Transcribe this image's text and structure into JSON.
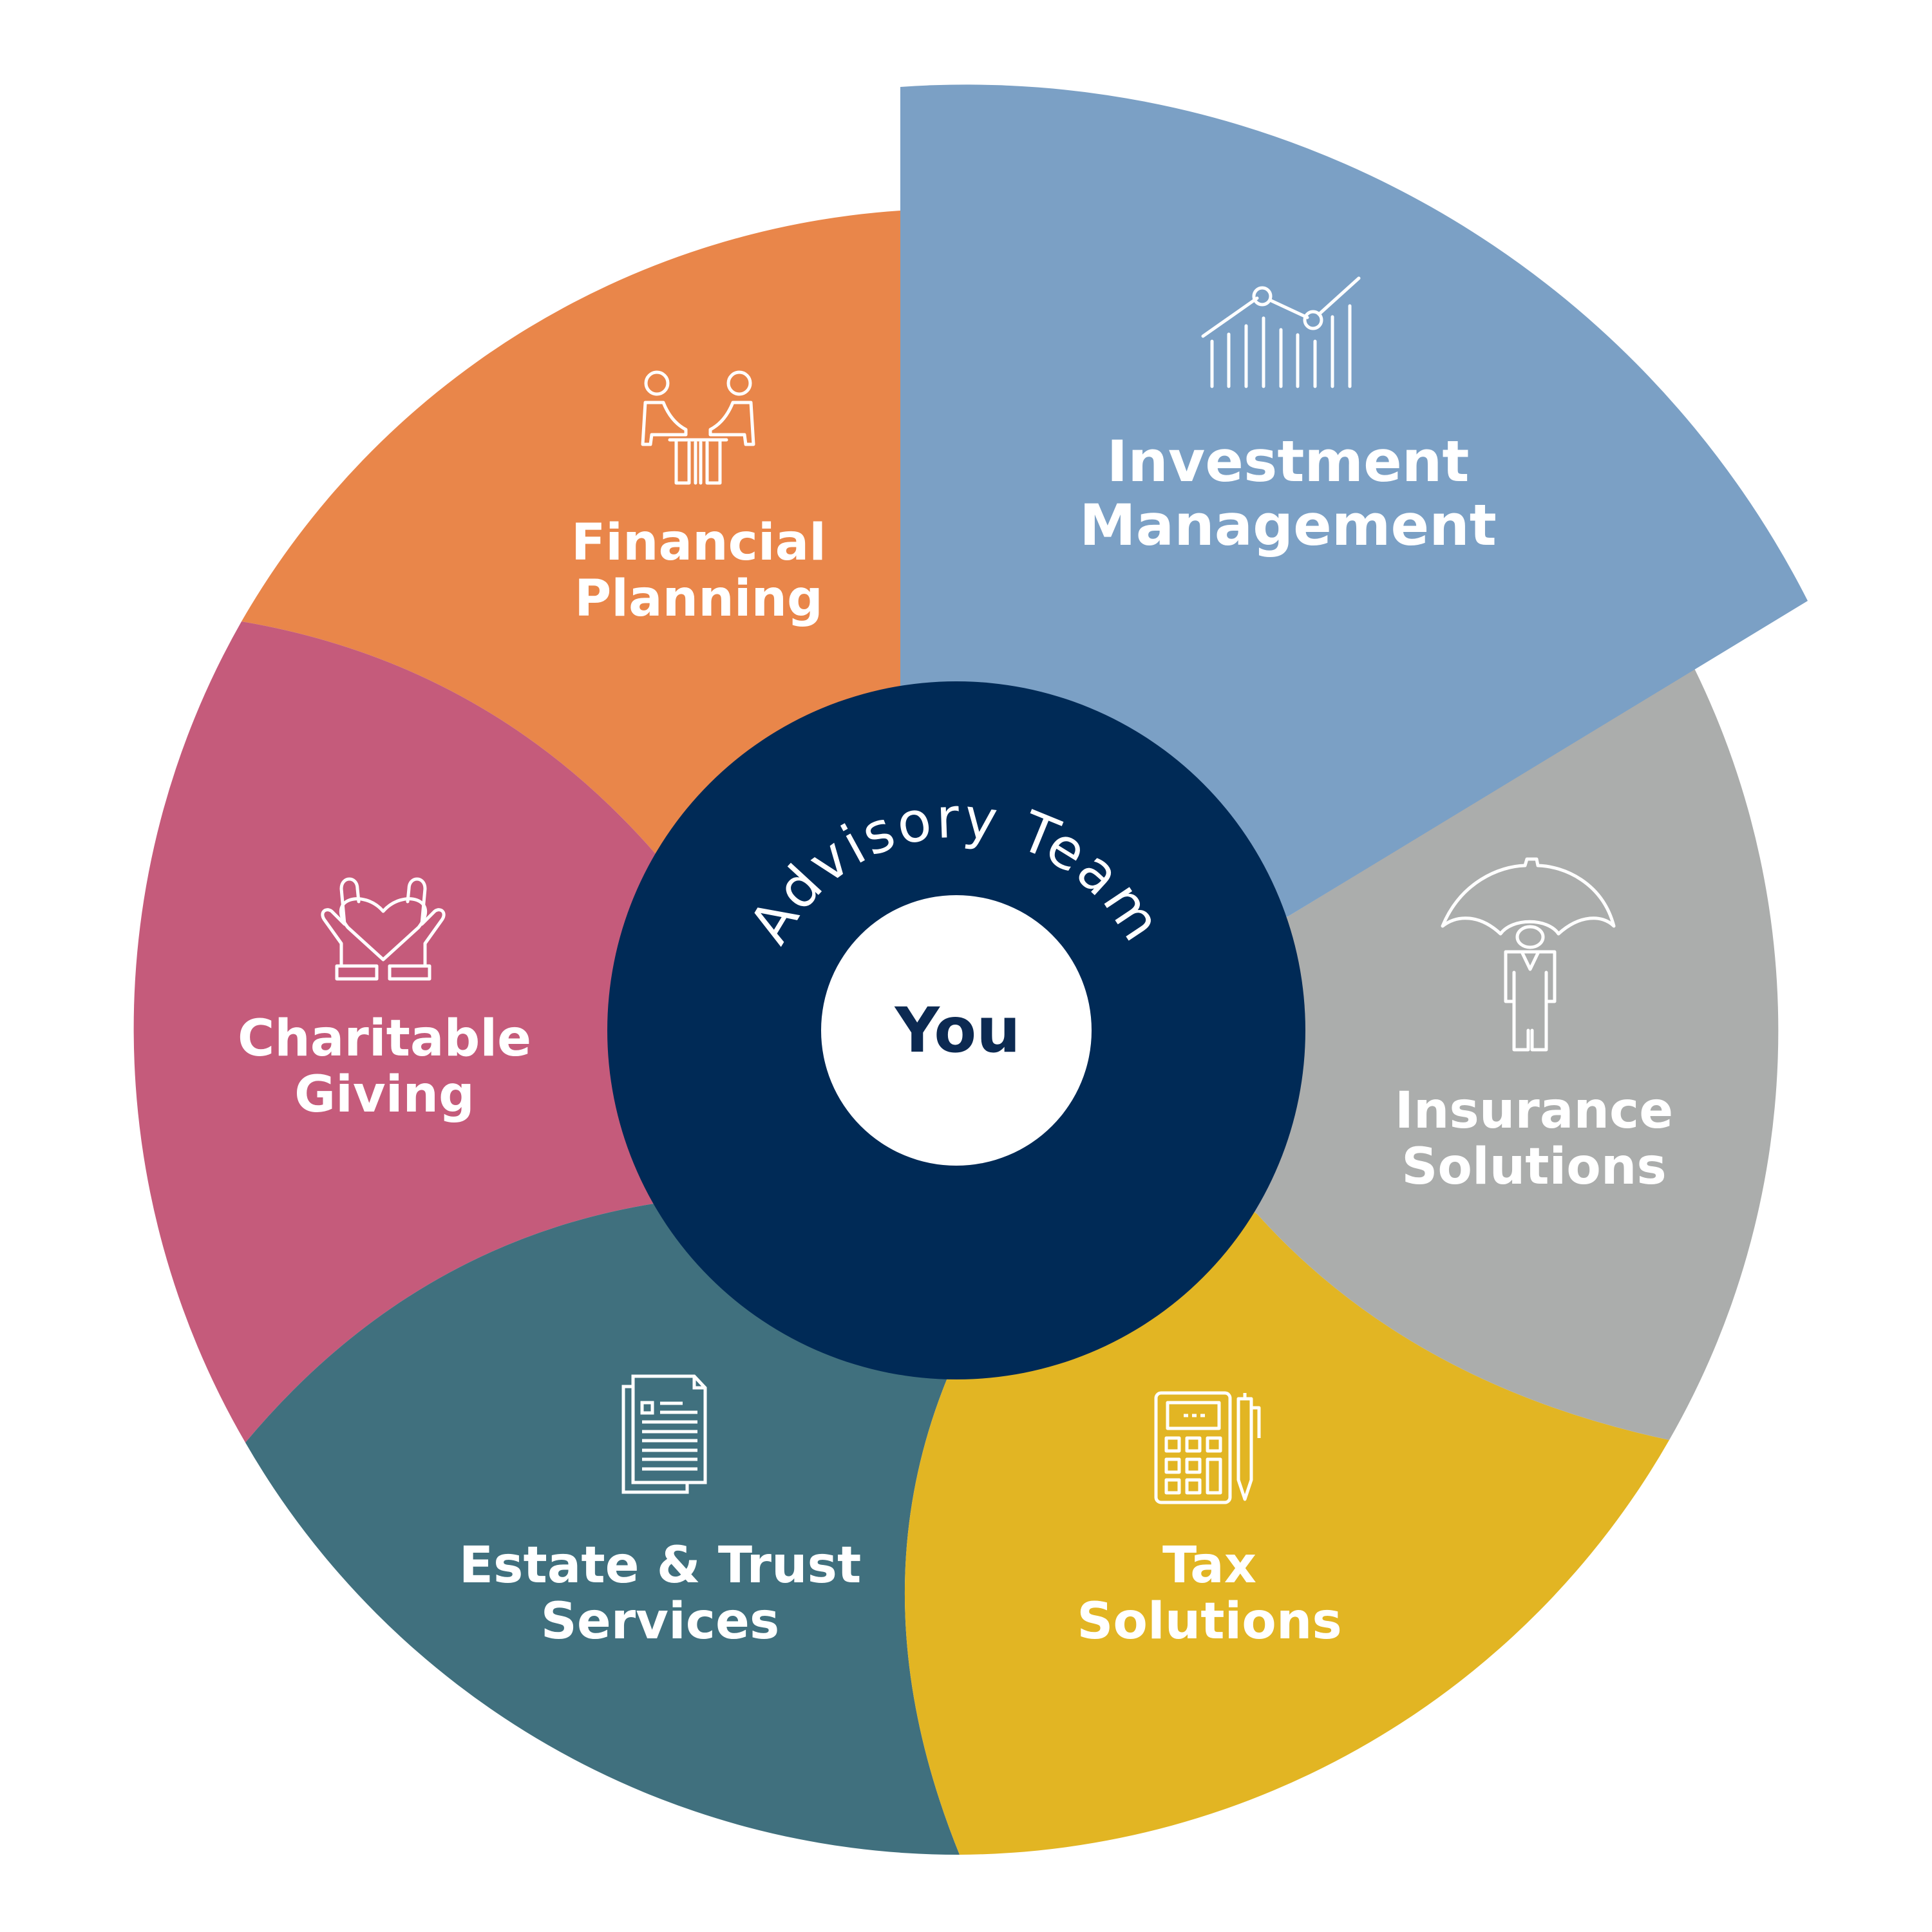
{
  "diagram": {
    "center": {
      "label": "You"
    },
    "inner_ring": {
      "label": "Advisory Team",
      "color": "#002a56"
    },
    "segments": [
      {
        "id": "investment-management",
        "lines": [
          "Investment",
          "Management"
        ],
        "icon": "line-chart-icon",
        "color": "#7ba0c5",
        "highlighted": true
      },
      {
        "id": "insurance-solutions",
        "lines": [
          "Insurance",
          "Solutions"
        ],
        "icon": "umbrella-person-icon",
        "color": "#abadac"
      },
      {
        "id": "tax-solutions",
        "lines": [
          "Tax",
          "Solutions"
        ],
        "icon": "calculator-pen-icon",
        "color": "#e2b523"
      },
      {
        "id": "estate-trust-services",
        "lines": [
          "Estate & Trust",
          "Services"
        ],
        "icon": "documents-icon",
        "color": "#40707e"
      },
      {
        "id": "charitable-giving",
        "lines": [
          "Charitable",
          "Giving"
        ],
        "icon": "hands-heart-icon",
        "color": "#c55b7b"
      },
      {
        "id": "financial-planning",
        "lines": [
          "Financial",
          "Planning"
        ],
        "icon": "meeting-people-icon",
        "color": "#e9864a"
      }
    ]
  }
}
